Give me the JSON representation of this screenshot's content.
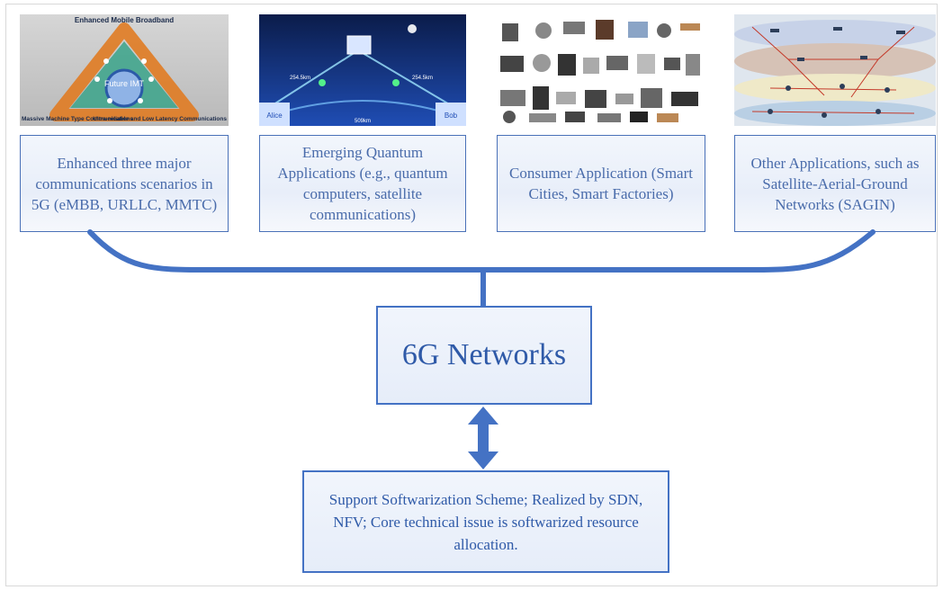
{
  "thumbnails": [
    {
      "name": "5g-usage-scenarios-image",
      "title": "Enhanced Mobile Broadband",
      "center": "Future IMT",
      "left_corner": "Massive Machine Type Communications",
      "right_corner": "Ultra-reliable and Low Latency Communications"
    },
    {
      "name": "quantum-link-image",
      "left_node": "Alice",
      "right_node": "Bob",
      "left_distance": "254.5km",
      "right_distance": "254.5km",
      "total_distance": "509km"
    },
    {
      "name": "consumer-devices-image"
    },
    {
      "name": "sagin-network-image"
    }
  ],
  "captions": [
    "Enhanced three major communications scenarios in 5G (eMBB, URLLC, MMTC)",
    "Emerging Quantum Applications (e.g., quantum computers, satellite communications)",
    "Consumer Application (Smart Cities, Smart Factories)",
    "Other Applications, such as Satellite-Aerial-Ground Networks (SAGIN)"
  ],
  "center": {
    "label": "6G Networks"
  },
  "bottom": {
    "label": "Support Softwarization Scheme; Realized by SDN, NFV; Core technical issue is softwarized resource allocation."
  },
  "colors": {
    "accent": "#4472c4",
    "text": "#2f5aa8",
    "caption_text": "#4a6cab"
  }
}
